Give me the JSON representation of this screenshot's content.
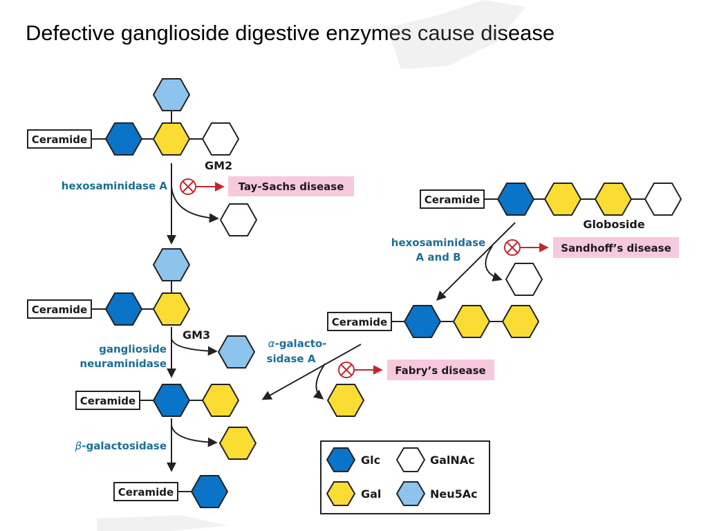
{
  "title": "Defective ganglioside digestive enzymes cause disease",
  "colors": {
    "glc": "#0a74c8",
    "gal": "#fbdc32",
    "galnac": "#ffffff",
    "neu5ac": "#8cc4ee",
    "enzyme_text": "#1b6e98",
    "disease_bg": "#f7c9dc",
    "block_mark": "#c0272d"
  },
  "ceramide_label": "Ceramide",
  "compounds": {
    "gm2": "GM2",
    "gm3": "GM3",
    "globoside": "Globoside"
  },
  "enzymes": {
    "hexa": "hexosaminidase A",
    "hexab_line1": "hexosaminidase",
    "hexab_line2": "A and B",
    "neuraminidase_line1": "ganglioside",
    "neuraminidase_line2": "neuraminidase",
    "alpha_gal_prefix": "α",
    "alpha_gal_line1": "-galacto-",
    "alpha_gal_line2": "sidase A",
    "beta_gal_prefix": "β",
    "beta_gal": "-galactosidase"
  },
  "diseases": {
    "tay_sachs": "Tay-Sachs disease",
    "sandhoff": "Sandhoff’s disease",
    "fabry": "Fabry’s disease"
  },
  "legend": {
    "glc": "Glc",
    "gal": "Gal",
    "galnac": "GalNAc",
    "neu5ac": "Neu5Ac"
  }
}
